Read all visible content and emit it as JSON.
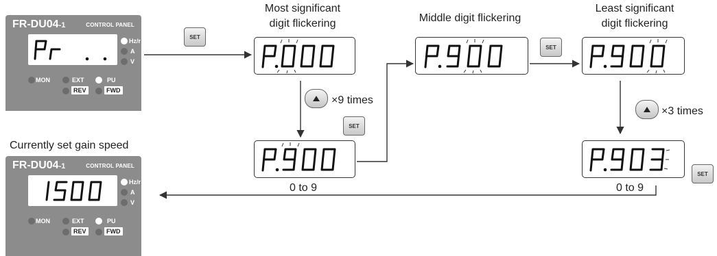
{
  "panel_top": {
    "model": "FR-DU04",
    "model_suffix": "-1",
    "control_panel": "CONTROL PANEL",
    "indicators": {
      "hz": "Hz/r",
      "a": "A",
      "v": "V"
    },
    "modes": {
      "mon": "MON",
      "ext": "EXT",
      "pu": "PU",
      "rev": "REV",
      "fwd": "FWD"
    },
    "display": "Pr ."
  },
  "panel_bottom": {
    "caption": "Currently set gain speed",
    "model": "FR-DU04",
    "model_suffix": "-1",
    "control_panel": "CONTROL PANEL",
    "indicators": {
      "hz": "Hz/r",
      "a": "A",
      "v": "V"
    },
    "modes": {
      "mon": "MON",
      "ext": "EXT",
      "pu": "PU",
      "rev": "REV",
      "fwd": "FWD"
    },
    "display": "1500"
  },
  "steps": {
    "msd_label_1": "Most significant",
    "msd_label_2": "digit flickering",
    "mid_label": "Middle digit flickering",
    "lsd_label_1": "Least significant",
    "lsd_label_2": "digit flickering",
    "display_msd": "P.000",
    "display_mid": "P.900",
    "display_lsd": "P.900",
    "display_after9": "P.900",
    "display_final": "P.903",
    "times9": "×9 times",
    "times3": "×3 times",
    "range_left": "0 to 9",
    "range_right": "0 to 9"
  },
  "buttons": {
    "set": "SET"
  },
  "colors": {
    "panel": "#8c8c8c",
    "line": "#333333"
  }
}
